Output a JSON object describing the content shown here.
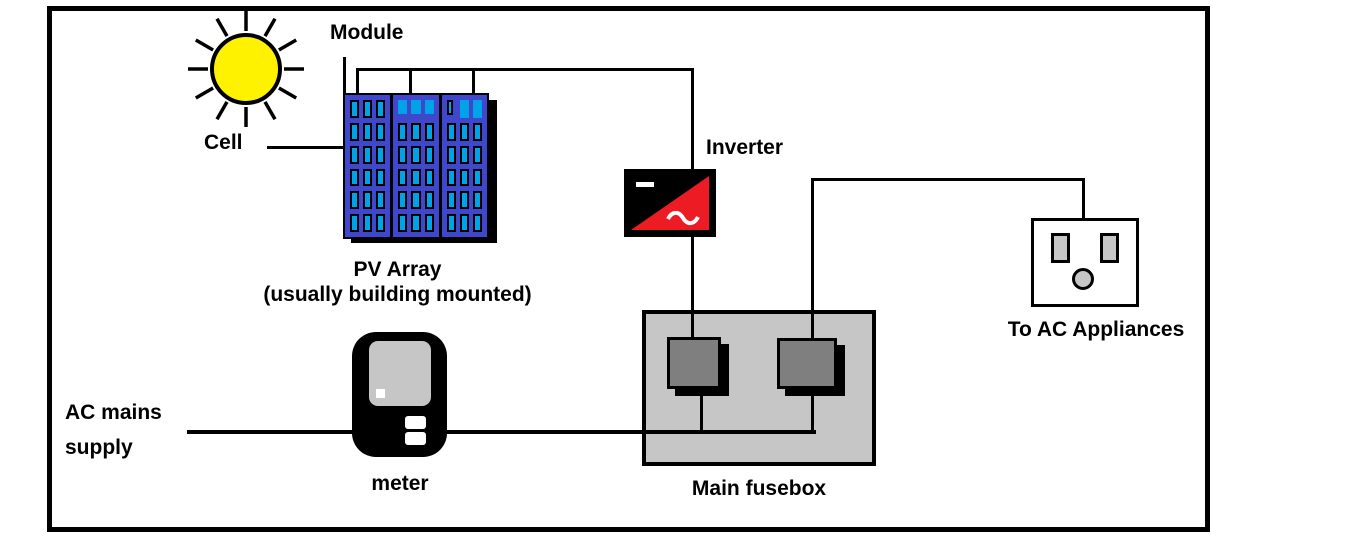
{
  "labels": {
    "module": "Module",
    "cell": "Cell",
    "pv_array_line1": "PV Array",
    "pv_array_line2": "(usually building mounted)",
    "inverter": "Inverter",
    "to_ac_appliances": "To AC Appliances",
    "main_fusebox": "Main fusebox",
    "meter": "meter",
    "ac_mains_line1": "AC mains",
    "ac_mains_line2": "supply"
  },
  "colors": {
    "panel_blue": "#3f48cc",
    "cell_cyan": "#00a2e8",
    "sun_yellow": "#fff200",
    "inverter_red": "#ed1c24",
    "fusebox_gray": "#c6c6c6",
    "fuse_dark_gray": "#7f7f7f",
    "slot_gray": "#c6c6c6",
    "wire": "#000000"
  },
  "pv_array": {
    "panels": 3,
    "rows": 6,
    "cols": 3
  }
}
